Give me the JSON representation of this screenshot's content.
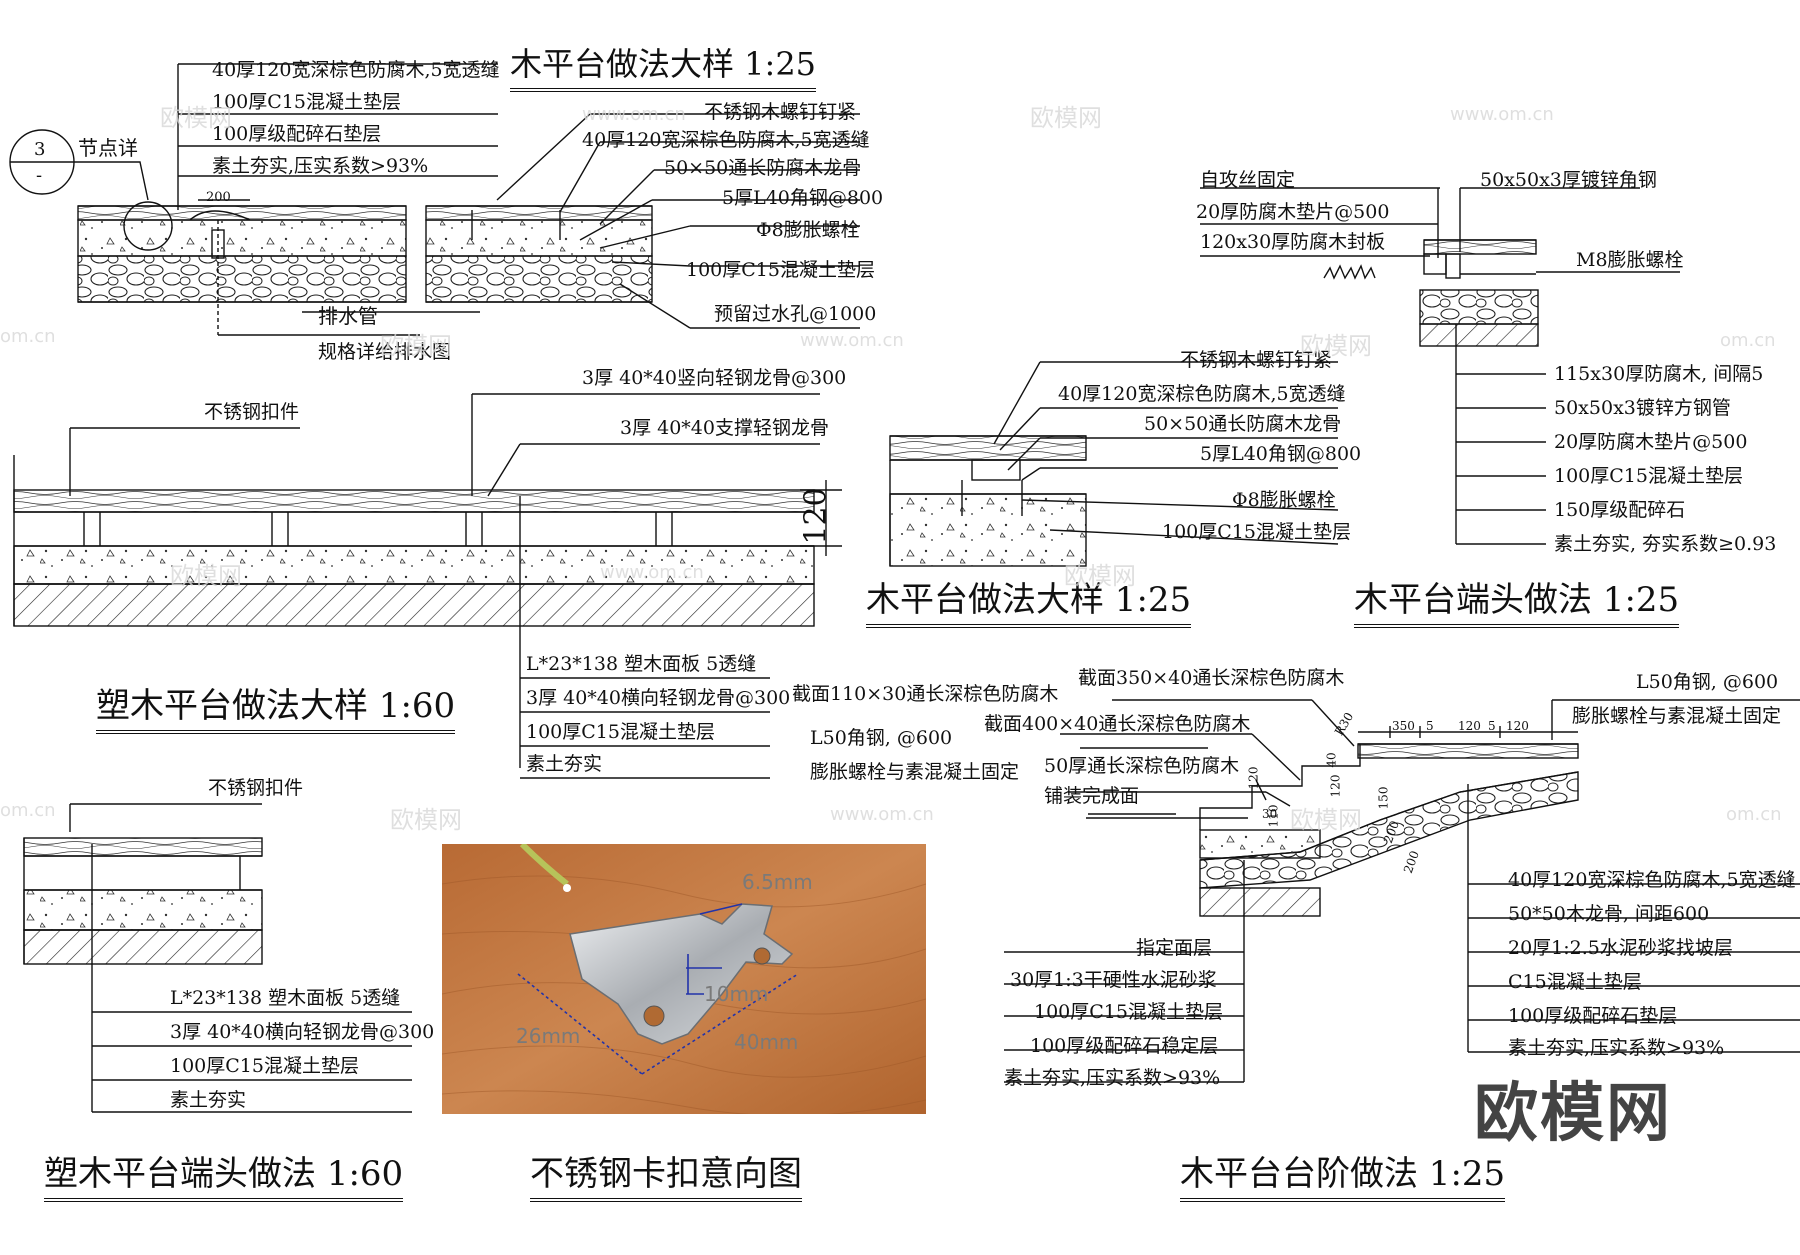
{
  "titles": {
    "deck_detail_top": "木平台做法大样 1:25",
    "wpc_deck_detail": "塑木平台做法大样 1:60",
    "deck_detail_mid": "木平台做法大样 1:25",
    "deck_end_detail": "木平台端头做法 1:25",
    "wpc_end_detail": "塑木平台端头做法 1:60",
    "clip_photo": "不锈钢卡扣意向图",
    "deck_step_detail": "木平台台阶做法 1:25"
  },
  "node_callout": {
    "number": "3",
    "sub": "-",
    "label": "节点详"
  },
  "labels": {
    "tl_1": "40厚120宽深棕色防腐木,5宽透缝",
    "tl_2": "100厚C15混凝土垫层",
    "tl_3": "100厚级配碎石垫层",
    "tl_4": "素土夯实,压实系数>93%",
    "tl_dim": "200",
    "tl_drain_1": "排水管",
    "tl_drain_2": "规格详给排水图",
    "tc_1": "不锈钢木螺钉钉紧",
    "tc_2": "40厚120宽深棕色防腐木,5宽透缝",
    "tc_3": "50×50通长防腐木龙骨",
    "tc_4": "5厚L40角钢@800",
    "tc_5": "Φ8膨胀螺栓",
    "tc_6": "100厚C15混凝土垫层",
    "tc_7": "预留过水孔@1000",
    "wpc_1": "3厚 40*40竖向轻钢龙骨@300",
    "wpc_2": "3厚 40*40支撑轻钢龙骨",
    "wpc_3": "不锈钢扣件",
    "wpc_dim": "120",
    "wpc_4": "L*23*138 塑木面板 5透缝",
    "wpc_5": "3厚 40*40横向轻钢龙骨@300",
    "wpc_6": "100厚C15混凝土垫层",
    "wpc_7": "素土夯实",
    "mid_1": "不锈钢木螺钉钉紧",
    "mid_2": "40厚120宽深棕色防腐木,5宽透缝",
    "mid_3": "50×50通长防腐木龙骨",
    "mid_4": "5厚L40角钢@800",
    "mid_5": "Φ8膨胀螺栓",
    "mid_6": "100厚C15混凝土垫层",
    "end_1": "自攻丝固定",
    "end_2": "20厚防腐木垫片@500",
    "end_3": "120x30厚防腐木封板",
    "end_4": "50x50x3厚镀锌角钢",
    "end_5": "M8膨胀螺栓",
    "end_6": "115x30厚防腐木, 间隔5",
    "end_7": "50x50x3镀锌方钢管",
    "end_8": "20厚防腐木垫片@500",
    "end_9": "100厚C15混凝土垫层",
    "end_10": "150厚级配碎石",
    "end_11": "素土夯实, 夯实系数≥0.93",
    "wend_1": "不锈钢扣件",
    "wend_2": "L*23*138 塑木面板 5透缝",
    "wend_3": "3厚 40*40横向轻钢龙骨@300",
    "wend_4": "100厚C15混凝土垫层",
    "wend_5": "素土夯实",
    "step_1": "截面350×40通长深棕色防腐木",
    "step_2": "截面110×30通长深棕色防腐木",
    "step_3": "L50角钢, @600",
    "step_4": "截面400×40通长深棕色防腐木",
    "step_5": "膨胀螺栓与素混凝土固定",
    "step_6": "50厚通长深棕色防腐木",
    "step_7": "铺装完成面",
    "step_8": "L50角钢, @600",
    "step_9": "膨胀螺栓与素混凝土固定",
    "step_10": "40厚120宽深棕色防腐木,5宽透缝",
    "step_11": "50*50木龙骨, 间距600",
    "step_12": "20厚1:2.5水泥砂浆找坡层",
    "step_13": "C15混凝土垫层",
    "step_14": "100厚级配碎石垫层",
    "step_15": "素土夯实,压实系数>93%",
    "step_16": "指定面层",
    "step_17": "30厚1:3干硬性水泥砂浆",
    "step_18": "100厚C15混凝土垫层",
    "step_19": "100厚级配碎石稳定层",
    "step_20": "素土夯实,压实系数>93%",
    "step_dims": [
      "R30",
      "350",
      "5",
      "120",
      "5",
      "120",
      "40",
      "120",
      "150",
      "110",
      "30",
      "120",
      "200",
      "200"
    ]
  },
  "photo": {
    "dim_a": "6.5mm",
    "dim_b": "10mm",
    "dim_c": "26mm",
    "dim_d": "40mm"
  },
  "watermarks": {
    "brand_cn": "欧模网",
    "brand_url": "www.om.cn",
    "brand_small": "om.cn",
    "brand_big": "欧模网"
  },
  "colors": {
    "wood": "#c8804a",
    "wood_dark": "#a8622f",
    "metal": "#c9ccd0",
    "line": "#111111",
    "dim_blue": "#2233aa"
  }
}
